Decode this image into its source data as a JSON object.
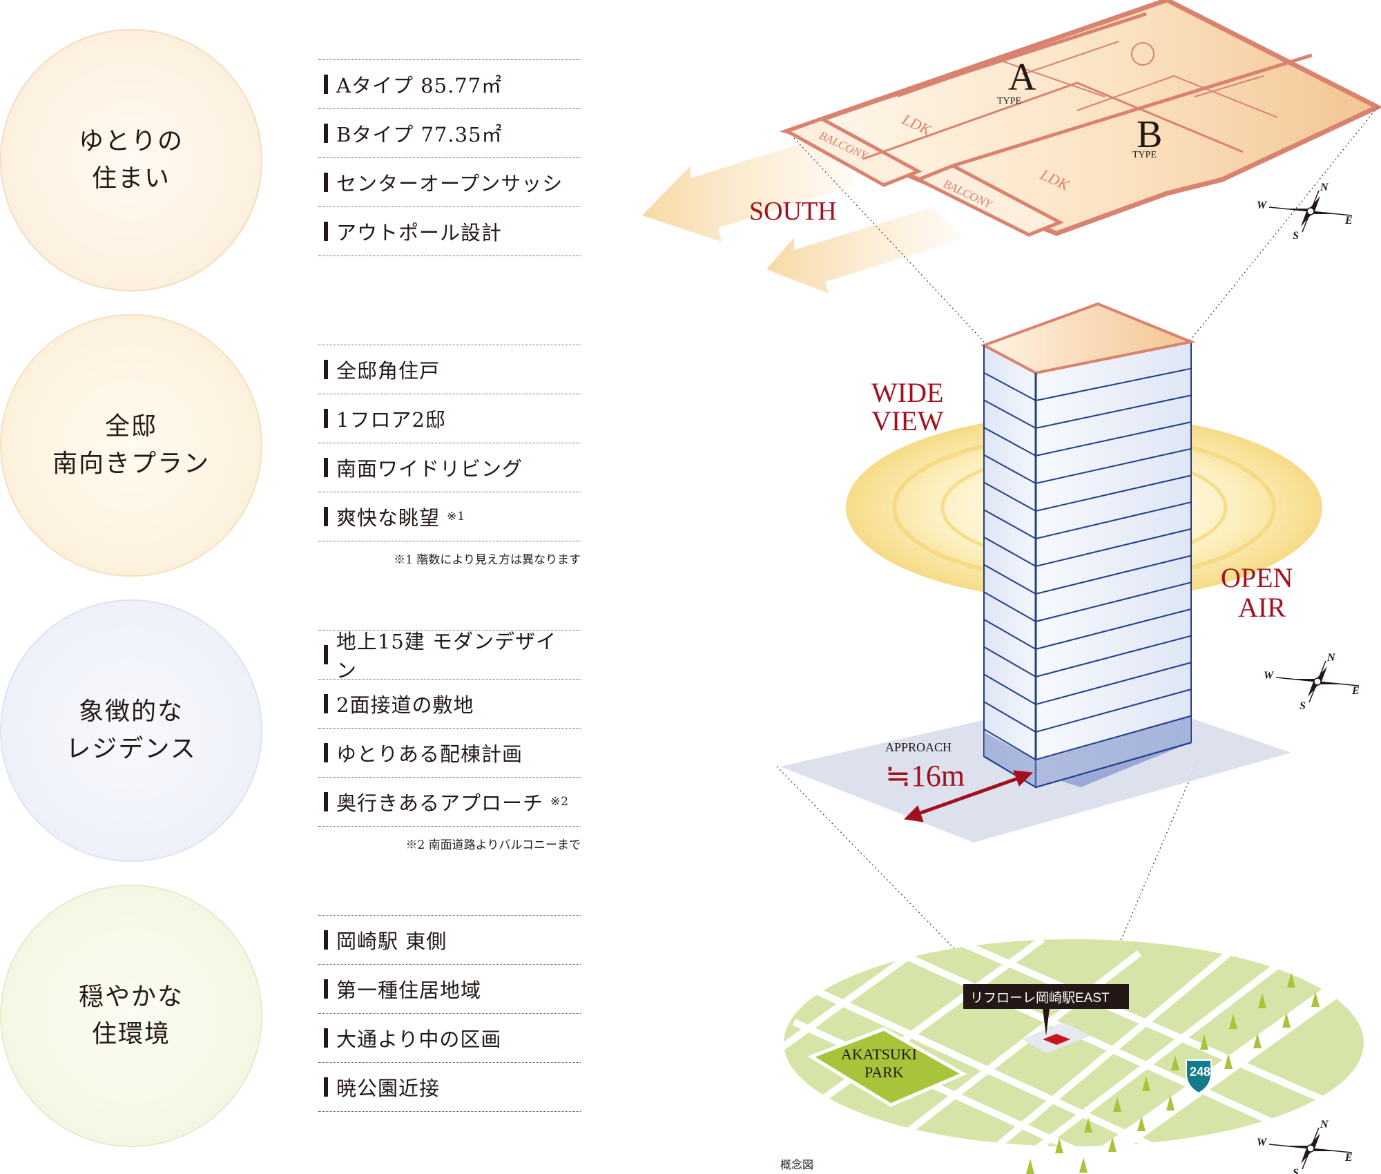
{
  "sections": [
    {
      "title_lines": [
        "ゆとりの",
        "住まい"
      ],
      "items": [
        {
          "text": "Aタイプ 85.77㎡",
          "note_mark": ""
        },
        {
          "text": "Bタイプ 77.35㎡",
          "note_mark": ""
        },
        {
          "text": "センターオープンサッシ",
          "note_mark": ""
        },
        {
          "text": "アウトポール設計",
          "note_mark": ""
        }
      ],
      "footnote": ""
    },
    {
      "title_lines": [
        "全邸",
        "南向きプラン"
      ],
      "items": [
        {
          "text": "全邸角住戸",
          "note_mark": ""
        },
        {
          "text": "1フロア2邸",
          "note_mark": ""
        },
        {
          "text": "南面ワイドリビング",
          "note_mark": ""
        },
        {
          "text": "爽快な眺望",
          "note_mark": "※1"
        }
      ],
      "footnote": "※1 階数により見え方は異なります"
    },
    {
      "title_lines": [
        "象徴的な",
        "レジデンス"
      ],
      "items": [
        {
          "text": "地上15建 モダンデザイン",
          "note_mark": ""
        },
        {
          "text": "2面接道の敷地",
          "note_mark": ""
        },
        {
          "text": "ゆとりある配棟計画",
          "note_mark": ""
        },
        {
          "text": "奥行きあるアプローチ",
          "note_mark": "※2"
        }
      ],
      "footnote": "※2 南面道路よりバルコニーまで"
    },
    {
      "title_lines": [
        "穏やかな",
        "住環境"
      ],
      "items": [
        {
          "text": "岡崎駅 東側",
          "note_mark": ""
        },
        {
          "text": "第一種住居地域",
          "note_mark": ""
        },
        {
          "text": "大通より中の区画",
          "note_mark": ""
        },
        {
          "text": "暁公園近接",
          "note_mark": ""
        }
      ],
      "footnote": ""
    }
  ],
  "floorplan": {
    "type_a_letter": "A",
    "type_b_letter": "B",
    "type_word": "TYPE",
    "ldk": "LDK",
    "balcony": "BALCONY",
    "south": "SOUTH"
  },
  "tower": {
    "wide_view_1": "WIDE",
    "wide_view_2": "VIEW",
    "open_air_1": "OPEN",
    "open_air_2": "AIR",
    "approach_label": "APPROACH",
    "approach_value": "≒16m"
  },
  "compass": {
    "n": "N",
    "s": "S",
    "e": "E",
    "w": "W"
  },
  "map": {
    "building_label": "リフローレ岡崎駅EAST",
    "park_line1": "AKATSUKI",
    "park_line2": "PARK",
    "route_number": "248"
  },
  "caption": "概念図",
  "colors": {
    "accent_red": "#a3101d",
    "salmon": "#d9826f",
    "peach": "#f8d9b6",
    "tower_blue": "#1f3d8c",
    "map_green": "#d6e4a8",
    "park_green": "#a8c43a"
  }
}
